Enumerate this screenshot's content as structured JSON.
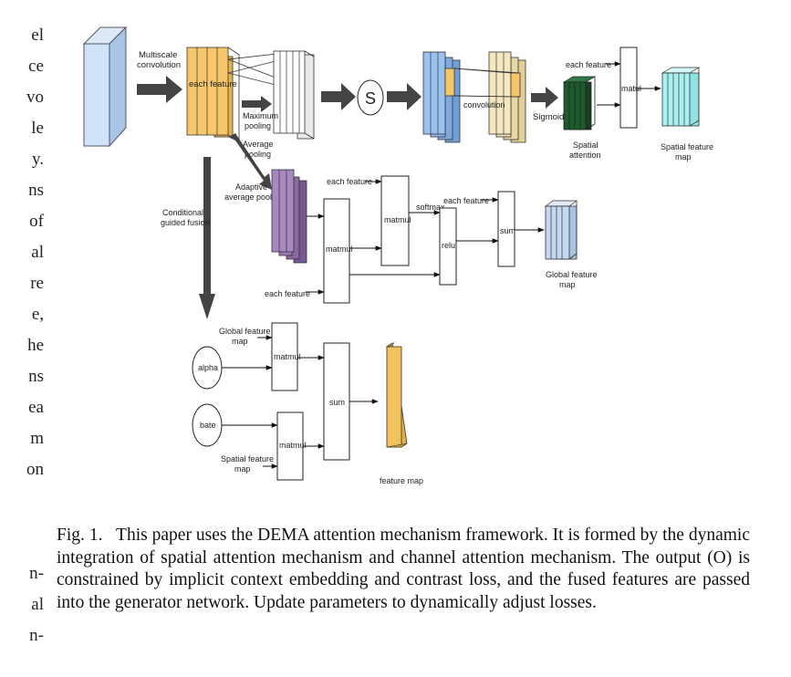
{
  "left_column_fragments": [
    "el",
    "ce",
    "vo",
    "le",
    "y.",
    "ns",
    "of",
    "al",
    "re",
    "e,",
    "he",
    "ns",
    "ea",
    "m",
    "on",
    "n-",
    "al",
    "n-"
  ],
  "figure": {
    "labels": {
      "multiscale_convolution": [
        "Multiscale",
        "convolution"
      ],
      "each_feature_top": "each feature",
      "max_pooling": [
        "Maximum",
        "pooling"
      ],
      "avg_pooling": [
        "Average",
        "pooling"
      ],
      "s_symbol": "S",
      "convolution": "convolution",
      "sigmoid": "Sigmoid",
      "each_feature_spatial": "each feature",
      "matul": "matul",
      "spatial_attention": [
        "Spatial",
        "attention"
      ],
      "spatial_feature_map": [
        "Spatial feature",
        "map"
      ],
      "adaptive_avg_pooling": [
        "Adaptive",
        "average pooling"
      ],
      "conditional_guided_fusion": [
        "Conditional",
        "guided fusion"
      ],
      "each_feature_mid1": "each feature",
      "matmul_mid1": "matmul",
      "softmax": "softmax",
      "each_feature_mid2": "each feature",
      "matmul_mid2": "matmul",
      "relu": "relu",
      "sum_mid": "sum",
      "each_feature_mid3": "each feature",
      "global_feature_map": [
        "Global feature",
        "map"
      ],
      "global_feature_map_in": [
        "Global feature",
        "map"
      ],
      "alpha": "alpha",
      "matmul_bot1": "matmul",
      "sum_bot": "sum",
      "bate": "bate",
      "matmul_bot2": "matmul",
      "spatial_feature_map_in": [
        "Spatial feature",
        "map"
      ],
      "feature_map": "feature map"
    },
    "colors": {
      "light_blue": "#cfe2f8",
      "orange": "#f5c76a",
      "blue": "#8fb8e8",
      "tan": "#f0e0b0",
      "dark_green": "#1e5a2e",
      "cyan": "#a8f0f0",
      "purple": "#9a78b4",
      "pale_blue": "#c4d8f0",
      "arrow_gray": "#444444"
    }
  },
  "caption": {
    "label": "Fig. 1.",
    "text": "This paper uses the DEMA attention mechanism framework. It is formed by the dynamic integration of spatial attention mechanism and channel attention mechanism. The output (O) is constrained by implicit context embedding and contrast loss, and the fused features are passed into the generator network. Update parameters to dynamically adjust losses."
  }
}
